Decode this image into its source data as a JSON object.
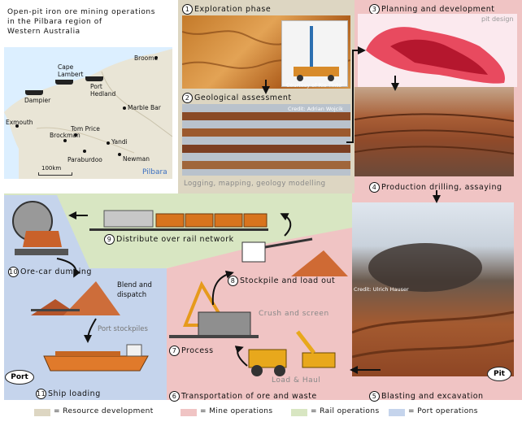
{
  "title_lines": [
    "Open-pit iron ore mining operations",
    "in the Pilbara region of",
    "Western Australia"
  ],
  "map": {
    "places": [
      "Broome",
      "Cape Lambert",
      "Dampier",
      "Port Hedland",
      "Marble Bar",
      "Exmouth",
      "Tom Price",
      "Brockman",
      "Yandi",
      "Paraburdoo",
      "Newman"
    ],
    "scale": "100km",
    "region": "Pilbara"
  },
  "steps": {
    "s1": {
      "num": "1",
      "label": "Exploration phase"
    },
    "s2": {
      "num": "2",
      "label": "Geological assessment"
    },
    "s3": {
      "num": "3",
      "label": "Planning and development"
    },
    "s4": {
      "num": "4",
      "label": "Production drilling, assaying"
    },
    "s5": {
      "num": "5",
      "label": "Blasting and excavation"
    },
    "s6": {
      "num": "6",
      "label": "Transportation of ore and waste"
    },
    "s7": {
      "num": "7",
      "label": "Process"
    },
    "s8": {
      "num": "8",
      "label": "Stockpile and load out"
    },
    "s9": {
      "num": "9",
      "label": "Distribute over rail network"
    },
    "s10": {
      "num": "10",
      "label": "Ore-car dumping"
    },
    "s11": {
      "num": "11",
      "label": "Ship loading"
    }
  },
  "captions": {
    "pitdesign": "pit design",
    "courtesy": "Courtesy of Rio Tinto",
    "credit_adrian": "Credit: Adrian Wojcik",
    "logging": "Logging, mapping, geology modelling",
    "credit_ulrich": "Credit: Ulrich Hauser",
    "crush": "Crush and screen",
    "loadhaul": "Load & Haul",
    "blend1": "Blend and",
    "blend2": "dispatch",
    "portstock": "Port stockpiles",
    "port": "Port",
    "pit": "Pit"
  },
  "legend": [
    {
      "label": "= Resource development",
      "color": "#ddd6c2"
    },
    {
      "label": "= Mine operations",
      "color": "#f0c4c4"
    },
    {
      "label": "= Rail operations",
      "color": "#d8e6c2"
    },
    {
      "label": "= Port operations",
      "color": "#c5d4ec"
    }
  ],
  "colors": {
    "resource": "#ddd6c2",
    "mine": "#f0c4c4",
    "rail": "#d8e6c2",
    "port": "#c5d4ec"
  }
}
